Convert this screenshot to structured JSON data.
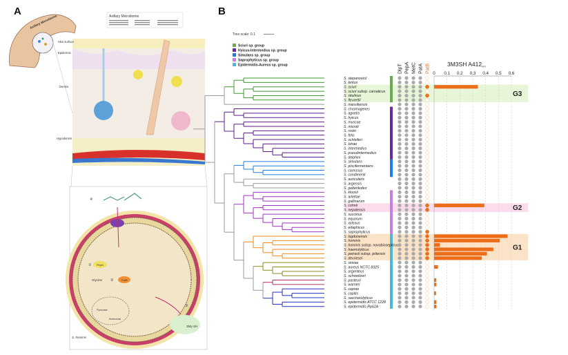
{
  "panel_a": {
    "letter": "A",
    "armpit_label": "Axillary Microbiome",
    "legend_title": "Axillary Microbiome",
    "layers": [
      "Skin surface",
      "Epidermis",
      "Dermis",
      "Hypodermis"
    ],
    "cell": {
      "step1": "①",
      "step2": "②",
      "step3": "③",
      "step4": "④",
      "pepa": "PepA",
      "patb": "PatB",
      "glycine": "Glycine",
      "pyruvate": "Pyruvate",
      "ammonia": "Ammonia",
      "product": "3My-SH",
      "organism": "S. hominis"
    }
  },
  "panel_b": {
    "letter": "B",
    "tree_scale": "Tree scale: 0.1",
    "legend": [
      {
        "label": "Sciuri sp. group",
        "color": "#6aaa50"
      },
      {
        "label": "Hyicus-Intermedius sp. group",
        "color": "#6a2aa0"
      },
      {
        "label": "Simulans sp. group",
        "color": "#1e7cf0"
      },
      {
        "label": "Saprophyticus sp. group",
        "color": "#c77ee0"
      },
      {
        "label": "Epidermidis-Aureus sp. group",
        "color": "#4ab8d8"
      }
    ],
    "gene_columns": [
      "DlpT",
      "PepA",
      "MetC",
      "PatA",
      "PatB"
    ],
    "bar_title": "3M3SH A412",
    "bar_title_sub": "nm",
    "axis_ticks": [
      "0",
      "0.1",
      "0.2",
      "0.3",
      "0.4",
      "0.5",
      "0.6"
    ],
    "groups": [
      {
        "label": "G3",
        "color": "#e7f6d9"
      },
      {
        "label": "G2",
        "color": "#fbdcec"
      },
      {
        "label": "G1",
        "color": "#fbe3c8"
      }
    ],
    "species": [
      {
        "name": "S. stepanovicii",
        "patB": false,
        "a412": null
      },
      {
        "name": "S. lentus",
        "patB": false,
        "a412": null
      },
      {
        "name": "S. sciuri",
        "patB": true,
        "a412": 0.34
      },
      {
        "name": "S. sciuri subsp. carnaticus",
        "patB": false,
        "a412": null
      },
      {
        "name": "S. vitulinus",
        "patB": true,
        "a412": null
      },
      {
        "name": "S. fleurettii",
        "patB": false,
        "a412": null
      },
      {
        "name": "S. massiliensis",
        "patB": false,
        "a412": null
      },
      {
        "name": "S. chromogenes",
        "patB": false,
        "a412": null
      },
      {
        "name": "S. agnetis",
        "patB": false,
        "a412": null
      },
      {
        "name": "S. hyicus",
        "patB": false,
        "a412": null
      },
      {
        "name": "S. muscae",
        "patB": false,
        "a412": null
      },
      {
        "name": "S. microti",
        "patB": false,
        "a412": null
      },
      {
        "name": "S. rostri",
        "patB": false,
        "a412": null
      },
      {
        "name": "S. felis",
        "patB": false,
        "a412": null
      },
      {
        "name": "S. schleiferi",
        "patB": false,
        "a412": null
      },
      {
        "name": "S. lutrae",
        "patB": false,
        "a412": null
      },
      {
        "name": "S. intermedius",
        "patB": false,
        "a412": null
      },
      {
        "name": "S. pseudintermedius",
        "patB": false,
        "a412": null
      },
      {
        "name": "S. delphini",
        "patB": false,
        "a412": null
      },
      {
        "name": "S. simulans",
        "patB": false,
        "a412": null
      },
      {
        "name": "S. piscifermentans",
        "patB": false,
        "a412": null
      },
      {
        "name": "S. carnosus",
        "patB": false,
        "a412": null
      },
      {
        "name": "S. condimenti",
        "patB": false,
        "a412": null
      },
      {
        "name": "S. auricularis",
        "patB": false,
        "a412": null
      },
      {
        "name": "S. argensis",
        "patB": false,
        "a412": null
      },
      {
        "name": "S. pettenkoferi",
        "patB": false,
        "a412": null
      },
      {
        "name": "S. kloosii",
        "patB": false,
        "a412": null
      },
      {
        "name": "S. arlettae",
        "patB": false,
        "a412": null
      },
      {
        "name": "S. gallinarum",
        "patB": false,
        "a412": null
      },
      {
        "name": "S. cohnii",
        "patB": true,
        "a412": 0.39
      },
      {
        "name": "S. nepalensis",
        "patB": true,
        "a412": null
      },
      {
        "name": "S. succinus",
        "patB": false,
        "a412": null
      },
      {
        "name": "S. equorum",
        "patB": false,
        "a412": null
      },
      {
        "name": "S. xylosus",
        "patB": false,
        "a412": null
      },
      {
        "name": "S. edaphicus",
        "patB": false,
        "a412": null
      },
      {
        "name": "S. saprophyticus",
        "patB": true,
        "a412": null
      },
      {
        "name": "S. lugdunensis",
        "patB": true,
        "a412": 0.57
      },
      {
        "name": "S. hominis",
        "patB": true,
        "a412": 0.51
      },
      {
        "name": "S. hominis subsp. novobiosepticus",
        "patB": true,
        "a412": 0.045
      },
      {
        "name": "S. haemolyticus",
        "patB": true,
        "a412": 0.46
      },
      {
        "name": "S. petrasii subsp. jettensis",
        "patB": true,
        "a412": 0.41
      },
      {
        "name": "S. devriesei",
        "patB": true,
        "a412": 0.37
      },
      {
        "name": "S. simiae",
        "patB": false,
        "a412": null
      },
      {
        "name": "S. aureus NCTC 8325",
        "patB": false,
        "a412": 0.03
      },
      {
        "name": "S. argenteus",
        "patB": false,
        "a412": null
      },
      {
        "name": "S. schweitzeri",
        "patB": false,
        "a412": null
      },
      {
        "name": "S. pasteuri",
        "patB": false,
        "a412": 0.017
      },
      {
        "name": "S. warneri",
        "patB": false,
        "a412": 0.018
      },
      {
        "name": "S. caprae",
        "patB": false,
        "a412": null
      },
      {
        "name": "S. capitis",
        "patB": false,
        "a412": 0.015
      },
      {
        "name": "S. saccharolyticus",
        "patB": false,
        "a412": null
      },
      {
        "name": "S. epidermidis ATCC 1228",
        "patB": false,
        "a412": 0.018
      },
      {
        "name": "S. epidermidis Rp62A",
        "patB": false,
        "a412": 0.018
      }
    ]
  }
}
